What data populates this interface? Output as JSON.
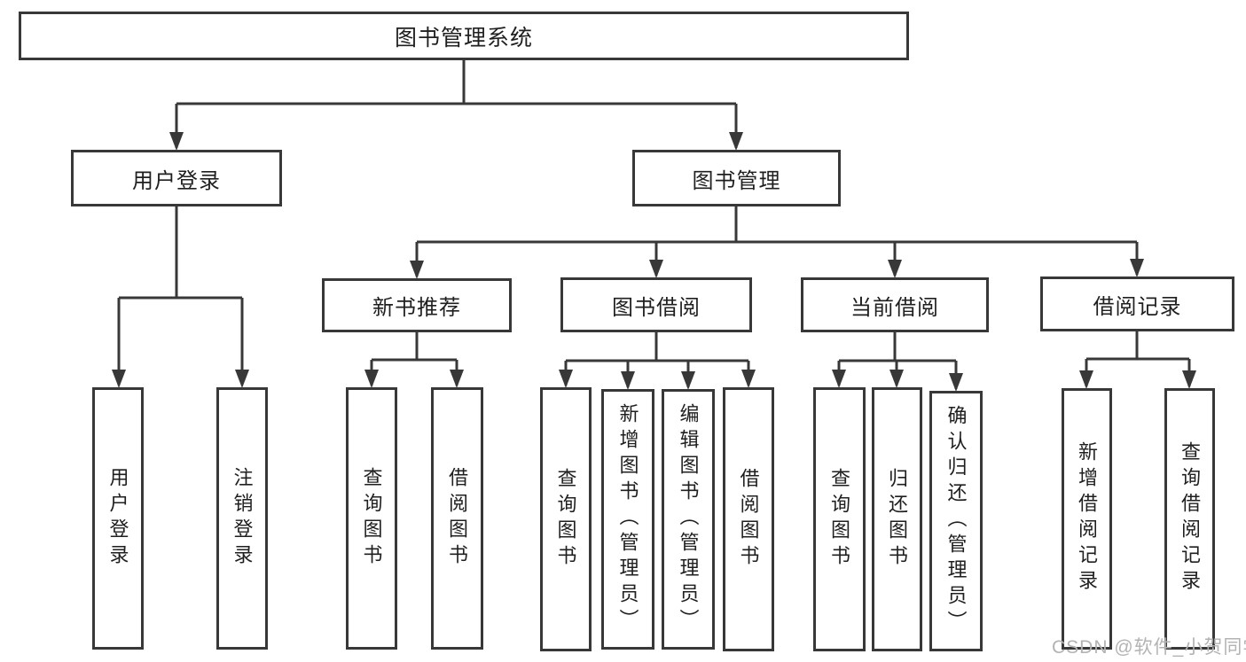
{
  "diagram": {
    "root": {
      "label": "图书管理系统"
    },
    "branches": [
      {
        "label": "用户登录",
        "children": [
          {
            "label": "用户登录"
          },
          {
            "label": "注销登录"
          }
        ]
      },
      {
        "label": "图书管理",
        "sections": [
          {
            "label": "新书推荐",
            "children": [
              {
                "label": "查询图书"
              },
              {
                "label": "借阅图书"
              }
            ]
          },
          {
            "label": "图书借阅",
            "children": [
              {
                "label": "查询图书"
              },
              {
                "label": "新增图书（管理员）"
              },
              {
                "label": "编辑图书（管理员）"
              },
              {
                "label": "借阅图书"
              }
            ]
          },
          {
            "label": "当前借阅",
            "children": [
              {
                "label": "查询图书"
              },
              {
                "label": "归还图书"
              },
              {
                "label": "确认归还（管理员）"
              }
            ]
          },
          {
            "label": "借阅记录",
            "children": [
              {
                "label": "新增借阅记录"
              },
              {
                "label": "查询借阅记录"
              }
            ]
          }
        ]
      }
    ]
  },
  "watermark": {
    "text": "CSDN @软件_小贺同学"
  },
  "colors": {
    "line": "#383838",
    "text": "#1f1f1f",
    "watermark": "#b3b3b3",
    "background": "#ffffff"
  }
}
